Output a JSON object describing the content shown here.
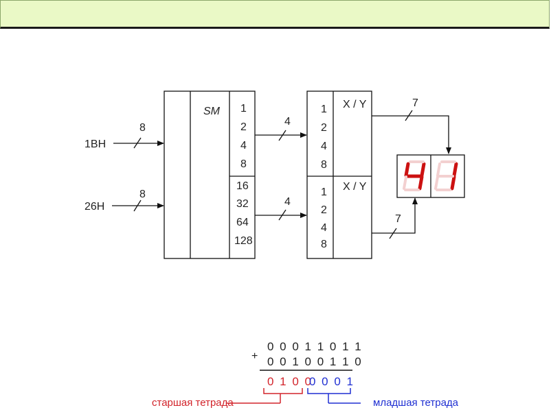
{
  "diagram": {
    "inputs": [
      {
        "name": "1BH",
        "width": "8"
      },
      {
        "name": "26H",
        "width": "8"
      }
    ],
    "adder": {
      "label": "SM",
      "low_weights": [
        "1",
        "2",
        "4",
        "8"
      ],
      "high_weights": [
        "16",
        "32",
        "64",
        "128"
      ]
    },
    "bus_4_top": "4",
    "bus_4_bottom": "4",
    "decoder_top": {
      "label": "X / Y",
      "weights": [
        "1",
        "2",
        "4",
        "8"
      ]
    },
    "decoder_bottom": {
      "label": "X / Y",
      "weights": [
        "1",
        "2",
        "4",
        "8"
      ]
    },
    "bus_7_top": "7",
    "bus_7_bottom": "7",
    "display_digits": [
      "4",
      "1"
    ],
    "display_color": "#cc1111"
  },
  "addition": {
    "plus": "+",
    "operand1": "0 0 0 1 1 0 1 1",
    "operand2": "0 0 1 0 0 1 1 0",
    "result_high": "0 1 0 0",
    "result_low": "0 0 0 1",
    "high_caption": "старшая тетрада",
    "low_caption": "младшая тетрада",
    "high_color": "#d2232a",
    "low_color": "#1f2fd2"
  }
}
